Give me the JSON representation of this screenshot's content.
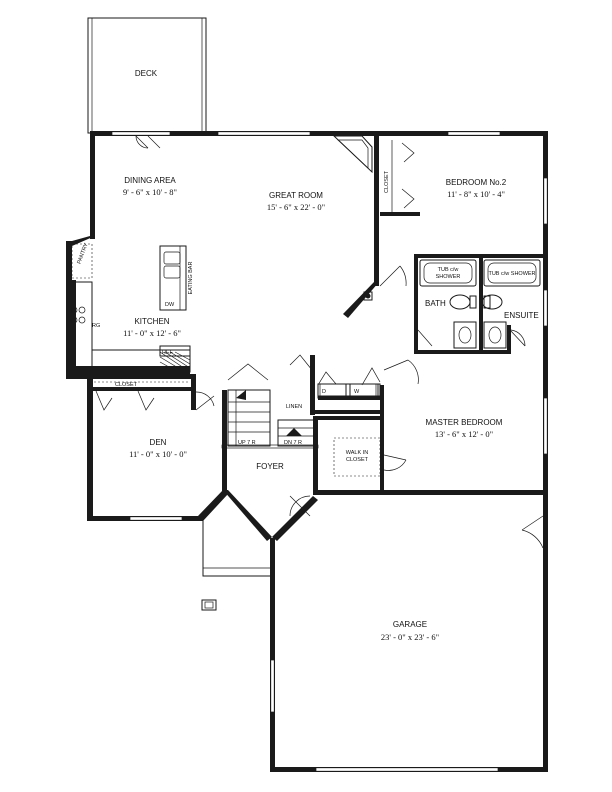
{
  "rooms": {
    "deck": {
      "name": "DECK"
    },
    "dining": {
      "name": "DINING AREA",
      "size": "9' - 6\" x 10' - 8\""
    },
    "great_room": {
      "name": "GREAT ROOM",
      "size": "15' - 6\" x 22' - 0\""
    },
    "bedroom2": {
      "name": "BEDROOM No.2",
      "size": "11' - 8\" x 10' - 4\""
    },
    "kitchen": {
      "name": "KITCHEN",
      "size": "11' - 0\" x 12' - 6\""
    },
    "den": {
      "name": "DEN",
      "size": "11' - 0\" x 10' - 0\""
    },
    "foyer": {
      "name": "FOYER"
    },
    "master": {
      "name": "MASTER BEDROOM",
      "size": "13' - 6\" x 12' - 0\""
    },
    "garage": {
      "name": "GARAGE",
      "size": "23' - 0\" x 23' - 6\""
    }
  },
  "labels": {
    "pantry": "PANTRY",
    "eating_bar": "EATING BAR",
    "dw": "DW",
    "rg": "RG",
    "ref": "REF",
    "closet_den": "CLOSET",
    "closet_bed": "CLOSET",
    "linen": "LINEN",
    "washer": "W",
    "dryer": "D",
    "walk_in_line1": "WALK IN",
    "walk_in_line2": "CLOSET",
    "tub1_line1": "TUB c/w",
    "tub1_line2": "SHOWER",
    "tub2": "TUB c/w SHOWER",
    "bath": "BATH",
    "ensuite": "ENSUITE",
    "up": "UP 7 R",
    "down": "DN 7 R"
  }
}
